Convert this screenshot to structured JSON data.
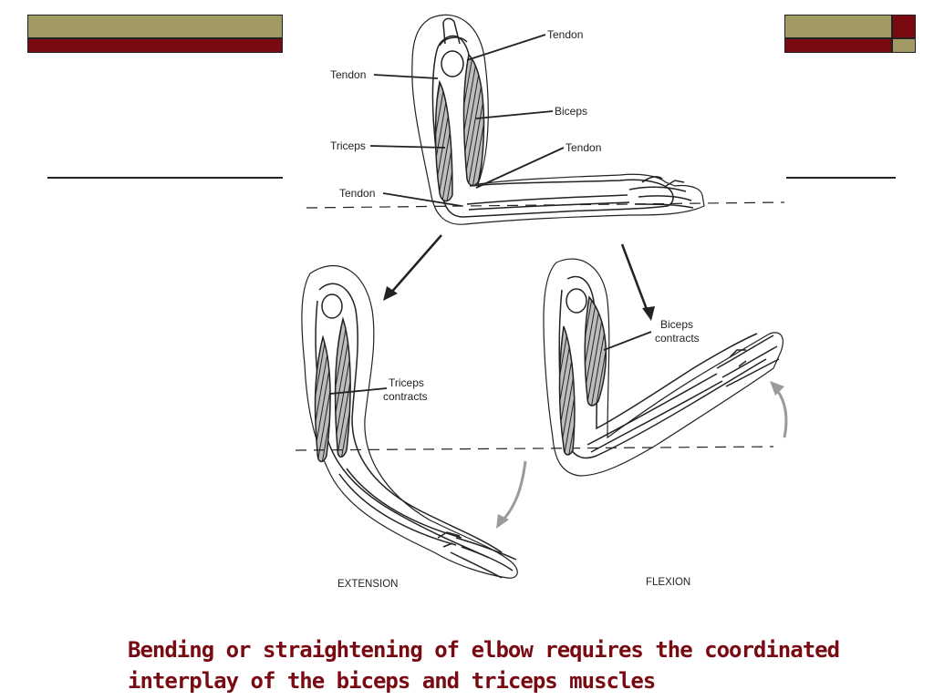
{
  "colors": {
    "olive": "#a19a64",
    "maroon": "#7a0a12",
    "line": "#222222",
    "arrow_grey": "#9a9a9a"
  },
  "diagram": {
    "labels": {
      "tendon_top_right": "Tendon",
      "tendon_left_upper": "Tendon",
      "biceps": "Biceps",
      "triceps": "Triceps",
      "tendon_right_lower": "Tendon",
      "tendon_elbow": "Tendon",
      "biceps_contracts_line1": "Biceps",
      "biceps_contracts_line2": "contracts",
      "triceps_contracts_line1": "Triceps",
      "triceps_contracts_line2": "contracts",
      "extension": "EXTENSION",
      "flexion": "FLEXION"
    }
  },
  "caption": {
    "line1": "Bending or straightening of elbow requires the coordinated",
    "line2": "interplay of the biceps and triceps muscles"
  }
}
